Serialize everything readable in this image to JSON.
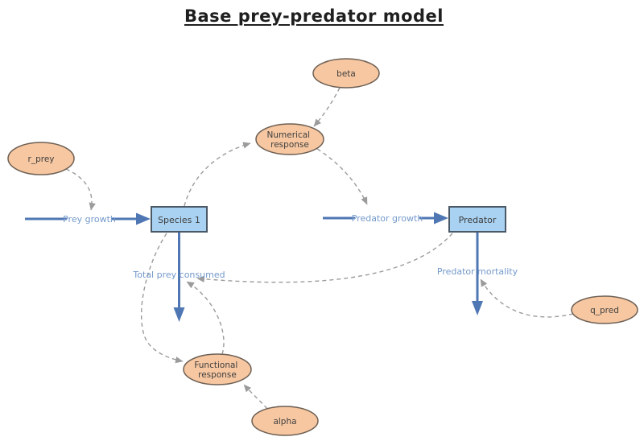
{
  "title": "Base prey-predator model",
  "diagram": {
    "stocks": [
      {
        "id": "species-1",
        "label": "Species 1"
      },
      {
        "id": "predator",
        "label": "Predator"
      }
    ],
    "flows": [
      {
        "id": "prey-growth",
        "label": "Prey growth",
        "into": "Species 1"
      },
      {
        "id": "predator-growth",
        "label": "Predator growth",
        "into": "Predator"
      },
      {
        "id": "total-prey-consumed",
        "label": "Total prey consumed",
        "out_of": "Species 1"
      },
      {
        "id": "predator-mortality",
        "label": "Predator mortality",
        "out_of": "Predator"
      }
    ],
    "variables": [
      {
        "id": "r_prey",
        "lines": [
          "r_prey"
        ]
      },
      {
        "id": "beta",
        "lines": [
          "beta"
        ]
      },
      {
        "id": "numerical-response",
        "lines": [
          "Numerical",
          "response"
        ]
      },
      {
        "id": "functional-response",
        "lines": [
          "Functional",
          "response"
        ]
      },
      {
        "id": "alpha",
        "lines": [
          "alpha"
        ]
      },
      {
        "id": "q_pred",
        "lines": [
          "q_pred"
        ]
      }
    ],
    "influences": [
      {
        "from": "r_prey",
        "to": "Prey growth"
      },
      {
        "from": "beta",
        "to": "Numerical response"
      },
      {
        "from": "Species 1",
        "to": "Numerical response"
      },
      {
        "from": "Numerical response",
        "to": "Predator growth"
      },
      {
        "from": "Predator",
        "to": "Total prey consumed"
      },
      {
        "from": "Species 1",
        "to": "Functional response"
      },
      {
        "from": "Functional response",
        "to": "Total prey consumed"
      },
      {
        "from": "alpha",
        "to": "Functional response"
      },
      {
        "from": "q_pred",
        "to": "Predator mortality"
      }
    ]
  },
  "colors": {
    "background": "#ffffff",
    "title_text": "#1f1f1f",
    "stock_fill": "#a9d2f2",
    "stock_border": "#4b5866",
    "variable_fill": "#f6c7a1",
    "variable_border": "#6e6054",
    "flow_arrow": "#4f77b3",
    "flow_label": "#7499cb",
    "influence_arrow": "#9b9b9b",
    "node_text": "#3f3f3f"
  }
}
